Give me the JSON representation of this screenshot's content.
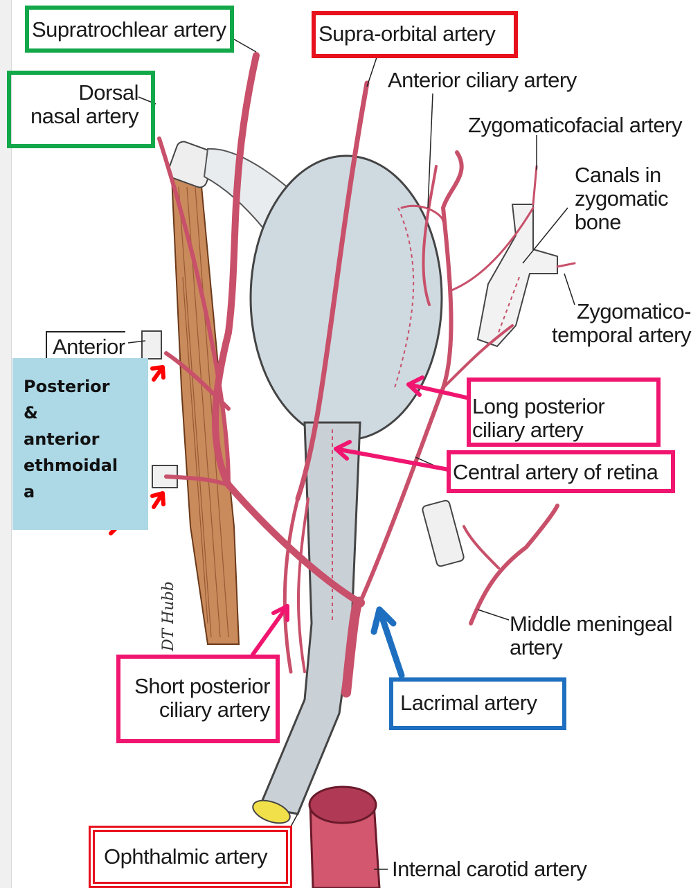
{
  "diagram": {
    "labels": {
      "supratrochlear": "Supratrochlear artery",
      "dorsal_nasal": "Dorsal\nnasal artery",
      "supra_orbital": "Supra-orbital artery",
      "anterior_ciliary": "Anterior ciliary artery",
      "zygomaticofacial": "Zygomaticofacial artery",
      "canals": "Canals in\nzygomatic\nbone",
      "zygomatico_temporal": "Zygomatico-\ntemporal artery",
      "anterior": "Anterior",
      "long_posterior_ciliary": "Long posterior\nciliary artery",
      "central_retina": "Central artery of retina",
      "middle_meningeal": "Middle meningeal\nartery",
      "short_posterior_ciliary": "Short posterior\nciliary artery",
      "lacrimal": "Lacrimal artery",
      "ophthalmic": "Ophthalmic artery",
      "internal_carotid": "Internal carotid artery",
      "ethmoidal_callout": "Posterior\n&\nanterior\nethmoidal\na"
    },
    "colors": {
      "green_box": "#12a84a",
      "red_box": "#e8101c",
      "pink_box": "#f01670",
      "blue_box": "#1f6fc0",
      "callout_bg": "#add8e6",
      "artery": "#c8506a",
      "globe": "#cfd9e0",
      "muscle": "#c98a5c"
    },
    "artist_signature": "DT Hubb"
  }
}
